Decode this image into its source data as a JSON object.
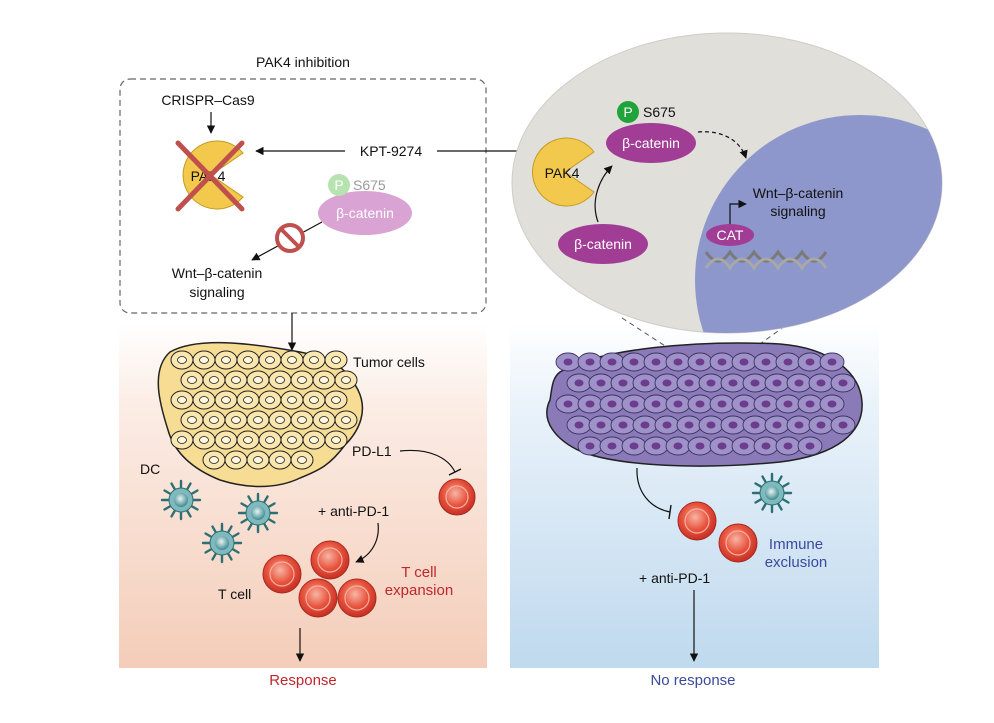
{
  "inhibition": {
    "title": "PAK4 inhibition",
    "crispr": "CRISPR–Cas9",
    "drug": "KPT-9274",
    "pak4": "PAK4",
    "phospho": "P",
    "site": "S675",
    "beta_catenin": "β-catenin",
    "wnt_line1": "Wnt–β-catenin",
    "wnt_line2": "signaling"
  },
  "active": {
    "pak4": "PAK4",
    "phospho": "P",
    "site": "S675",
    "beta_catenin_p": "β-catenin",
    "beta_catenin": "β-catenin",
    "wnt_line1": "Wnt–β-catenin",
    "wnt_line2": "signaling",
    "cat": "CAT"
  },
  "left_panel": {
    "tumor": "Tumor cells",
    "pdl1": "PD-L1",
    "dc": "DC",
    "anti_pd1": "+ anti-PD-1",
    "tcell": "T cell",
    "expansion_line1": "T cell",
    "expansion_line2": "expansion",
    "outcome": "Response"
  },
  "right_panel": {
    "immune_line1": "Immune",
    "immune_line2": "exclusion",
    "anti_pd1": "+ anti-PD-1",
    "outcome": "No response"
  },
  "colors": {
    "left_bg_top": "#ffffff",
    "left_bg_bottom": "#f6d3c2",
    "right_bg_top": "#ffffff",
    "right_bg_bottom": "#c6def0",
    "pak4": "#f2c94c",
    "beta_catenin": "#a23d96",
    "beta_catenin_faded": "#d9a3d4",
    "phospho": "#1fa33a",
    "tumor_yellow": "#f7dc93",
    "tumor_purple": "#8a7ab8",
    "tcell": "#e2463a",
    "dc": "#3f8f95",
    "response": "#c0272d",
    "no_response": "#3a4a9c"
  }
}
